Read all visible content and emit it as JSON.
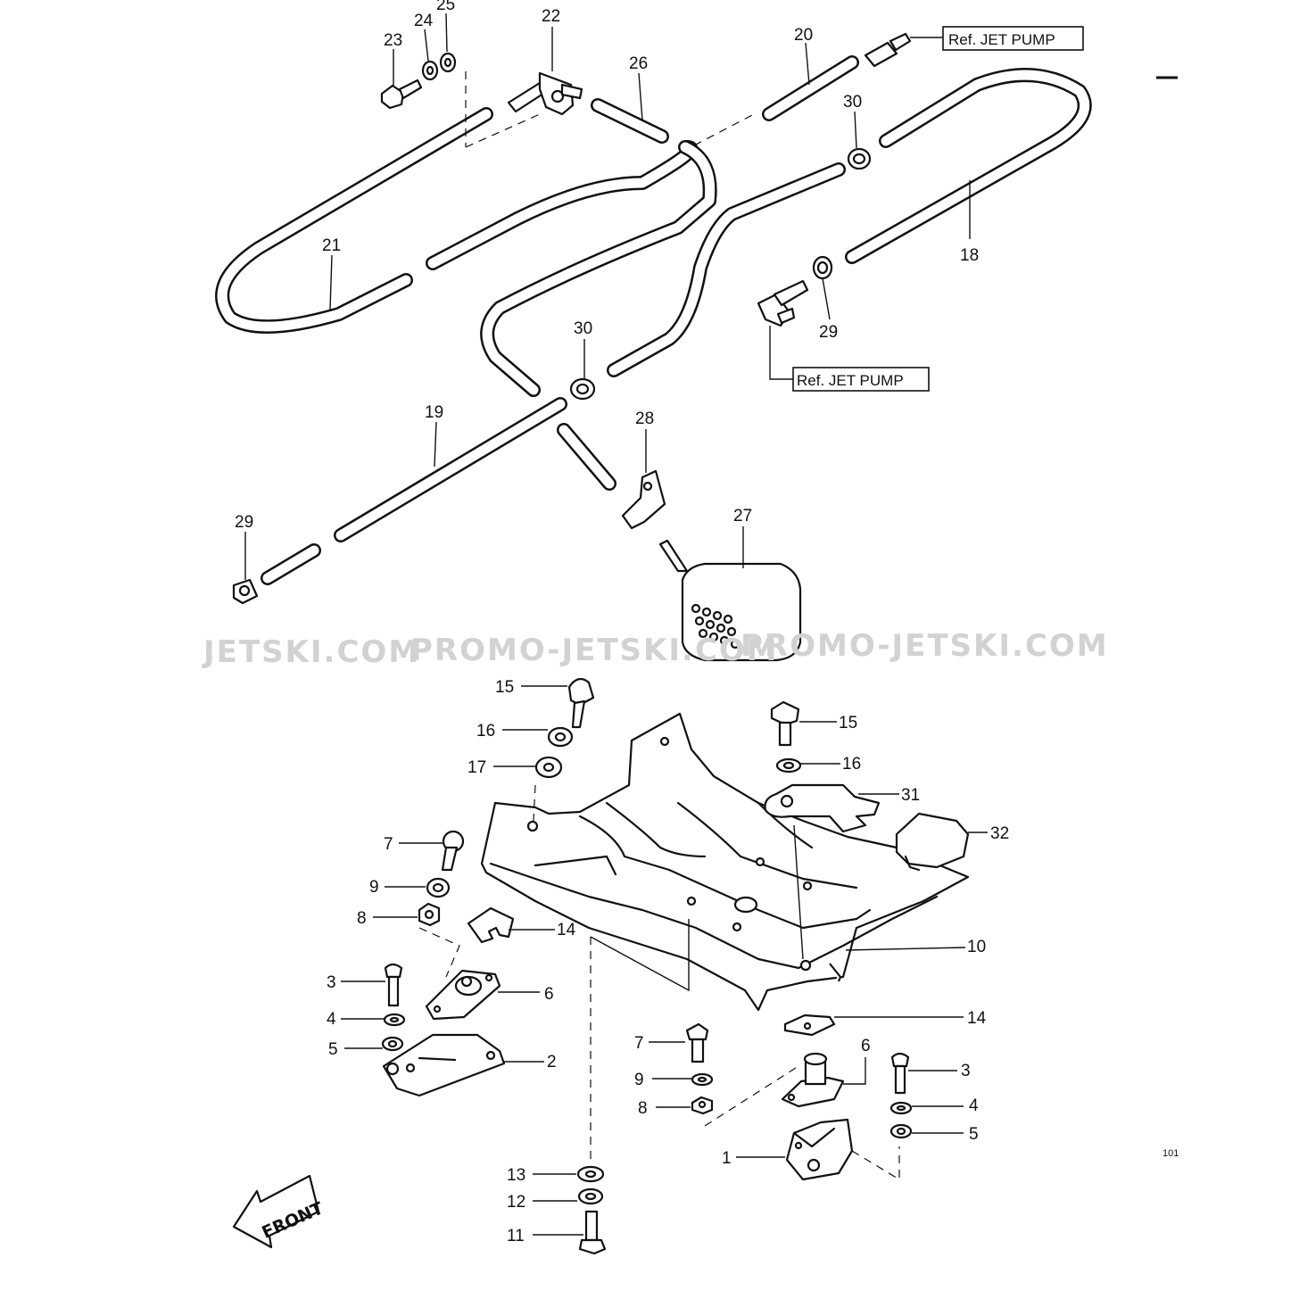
{
  "refs": {
    "jet_pump_top": "Ref. JET PUMP",
    "jet_pump_mid": "Ref. JET PUMP"
  },
  "watermark": {
    "left": "JETSKI.COM",
    "center": "PROMO-JETSKI.COM",
    "right": "PROMO-JETSKI.COM"
  },
  "front_label": "FRONT",
  "page_code": "101",
  "callouts": {
    "c1": "1",
    "c2": "2",
    "c3a": "3",
    "c3b": "3",
    "c4a": "4",
    "c4b": "4",
    "c5a": "5",
    "c5b": "5",
    "c6a": "6",
    "c6b": "6",
    "c7a": "7",
    "c7b": "7",
    "c8a": "8",
    "c8b": "8",
    "c9a": "9",
    "c9b": "9",
    "c10": "10",
    "c11": "11",
    "c12": "12",
    "c13": "13",
    "c14a": "14",
    "c14b": "14",
    "c15a": "15",
    "c15b": "15",
    "c16a": "16",
    "c16b": "16",
    "c17": "17",
    "c18": "18",
    "c19": "19",
    "c20": "20",
    "c21": "21",
    "c22": "22",
    "c23": "23",
    "c24": "24",
    "c25": "25",
    "c26": "26",
    "c27": "27",
    "c28": "28",
    "c29a": "29",
    "c29b": "29",
    "c30a": "30",
    "c30b": "30",
    "c31": "31",
    "c32": "32"
  }
}
